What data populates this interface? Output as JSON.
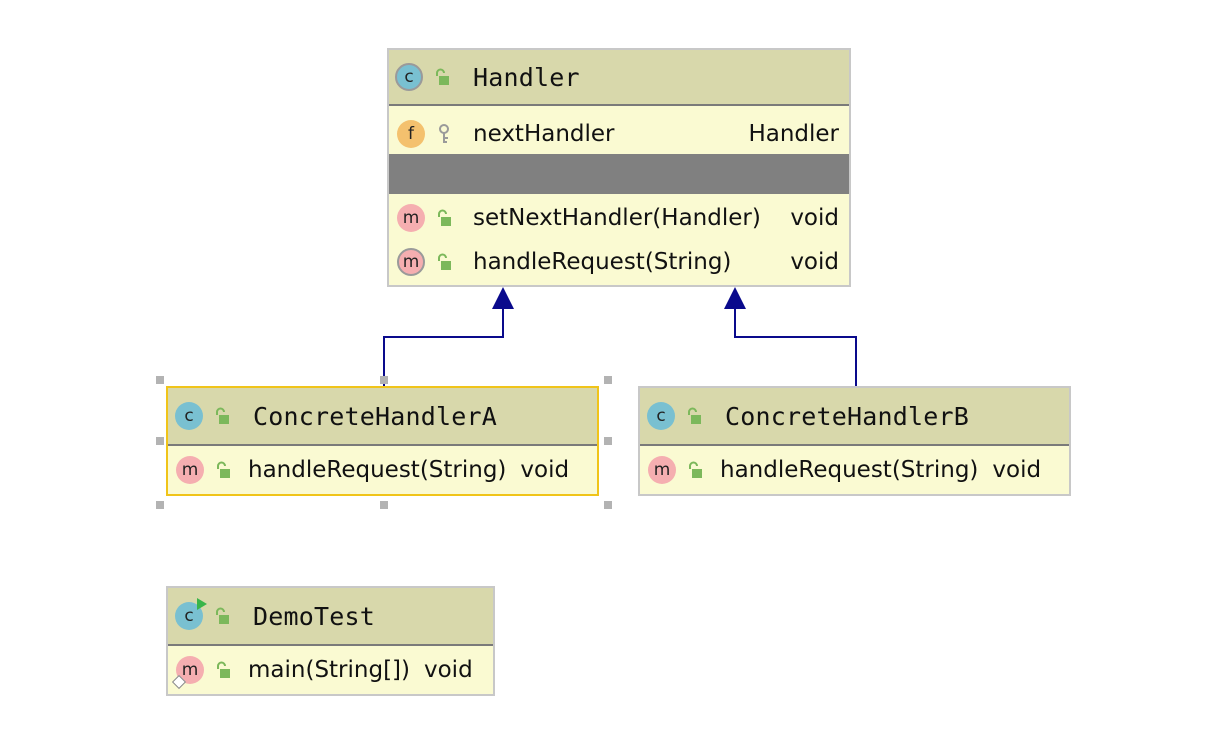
{
  "classes": {
    "handler": {
      "name": "Handler",
      "kind_icon": "abstract-class-icon",
      "field": {
        "name": "nextHandler",
        "type": "Handler",
        "icon": "field-icon",
        "visibility_icon": "key-icon"
      },
      "methods": [
        {
          "name": "setNextHandler(Handler)",
          "type": "void",
          "icon": "method-icon",
          "visibility_icon": "unlocked-icon"
        },
        {
          "name": "handleRequest(String)",
          "type": "void",
          "icon": "abstract-method-icon",
          "visibility_icon": "unlocked-icon"
        }
      ]
    },
    "a": {
      "name": "ConcreteHandlerA",
      "kind_icon": "class-icon",
      "methods": [
        {
          "name": "handleRequest(String)",
          "type": "void"
        }
      ]
    },
    "b": {
      "name": "ConcreteHandlerB",
      "kind_icon": "class-icon",
      "methods": [
        {
          "name": "handleRequest(String)",
          "type": "void"
        }
      ]
    },
    "demo": {
      "name": "DemoTest",
      "kind_icon": "runnable-class-icon",
      "methods": [
        {
          "name": "main(String[])",
          "type": "void"
        }
      ]
    }
  },
  "badges": {
    "class": "c",
    "field": "f",
    "method": "m"
  },
  "colors": {
    "header_bg": "#d8d8ab",
    "body_bg": "#fafad2",
    "separator": "#808080",
    "inheritance_arrow": "#0a0a8c",
    "selection_border": "#f0c419",
    "lock_green": "#7cb85b"
  },
  "relations": [
    {
      "from": "ConcreteHandlerA",
      "to": "Handler",
      "kind": "extends"
    },
    {
      "from": "ConcreteHandlerB",
      "to": "Handler",
      "kind": "extends"
    }
  ]
}
